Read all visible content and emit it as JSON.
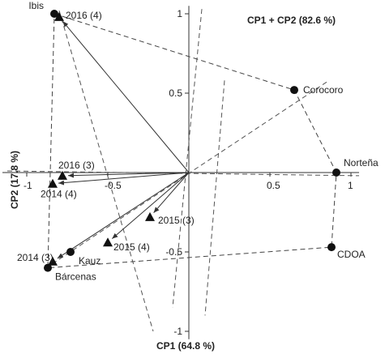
{
  "chart_data": {
    "type": "scatter",
    "title": "CP1 + CP2 (82.6 %)",
    "xlabel": "CP1 (64.8 %)",
    "ylabel": "CP2 (17.8 %)",
    "xlim": [
      -1.15,
      1.05
    ],
    "ylim": [
      -1.05,
      1.05
    ],
    "x_ticks": [
      {
        "value": -1,
        "label": "-1"
      },
      {
        "value": -0.5,
        "label": "-0.5"
      },
      {
        "value": 0.5,
        "label": "0.5"
      },
      {
        "value": 1,
        "label": "1"
      }
    ],
    "y_ticks": [
      {
        "value": 1,
        "label": "1"
      },
      {
        "value": 0.5,
        "label": "0.5"
      },
      {
        "value": -0.5,
        "label": "-0.5"
      },
      {
        "value": -1,
        "label": "-1"
      }
    ],
    "grid": false,
    "legend": "none",
    "series": [
      {
        "name": "",
        "marker": "circle",
        "points": [
          {
            "label": "Ibis",
            "x": -0.83,
            "y": 1.0
          },
          {
            "label": "Corocoro",
            "x": 0.65,
            "y": 0.52
          },
          {
            "label": "Norteña",
            "x": 0.91,
            "y": 0.0
          },
          {
            "label": "CDOA",
            "x": 0.88,
            "y": -0.47
          },
          {
            "label": "Kauz",
            "x": -0.73,
            "y": -0.5
          },
          {
            "label": "Bárcenas",
            "x": -0.87,
            "y": -0.6
          }
        ]
      },
      {
        "name": "",
        "marker": "triangle",
        "points": [
          {
            "label": "2016 (4)",
            "x": -0.8,
            "y": 0.98
          },
          {
            "label": "2016 (3)",
            "x": -0.78,
            "y": -0.02
          },
          {
            "label": "2014 (4)",
            "x": -0.84,
            "y": -0.07
          },
          {
            "label": "2015 (3)",
            "x": -0.24,
            "y": -0.28
          },
          {
            "label": "2015 (4)",
            "x": -0.5,
            "y": -0.44
          },
          {
            "label": "2014 (3)",
            "x": -0.84,
            "y": -0.56
          }
        ]
      }
    ],
    "hull_order": [
      "Ibis",
      "Corocoro",
      "Norteña",
      "CDOA",
      "Bárcenas"
    ],
    "vectors_to": [
      "2016 (4)",
      "2016 (3)",
      "2014 (4)",
      "2015 (3)",
      "2015 (4)",
      "2014 (3)"
    ]
  }
}
